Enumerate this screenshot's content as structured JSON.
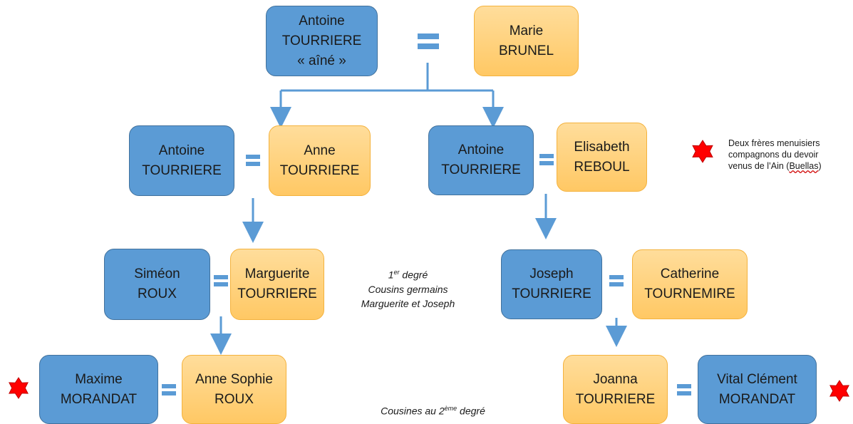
{
  "gen1": {
    "husband": {
      "line1": "Antoine",
      "line2": "TOURRIERE",
      "line3": "« aîné »"
    },
    "wife": {
      "line1": "Marie",
      "line2": "BRUNEL"
    }
  },
  "gen2_left": {
    "husband": {
      "line1": "Antoine",
      "line2": "TOURRIERE"
    },
    "wife": {
      "line1": "Anne",
      "line2": "TOURRIERE"
    }
  },
  "gen2_right": {
    "husband": {
      "line1": "Antoine",
      "line2": "TOURRIERE"
    },
    "wife": {
      "line1": "Elisabeth",
      "line2": "REBOUL"
    }
  },
  "gen3_left": {
    "husband": {
      "line1": "Siméon",
      "line2": "ROUX"
    },
    "wife": {
      "line1": "Marguerite",
      "line2": "TOURRIERE"
    }
  },
  "gen3_right": {
    "husband": {
      "line1": "Joseph",
      "line2": "TOURRIERE"
    },
    "wife": {
      "line1": "Catherine",
      "line2": "TOURNEMIRE"
    }
  },
  "gen4_left": {
    "husband": {
      "line1": "Maxime",
      "line2": "MORANDAT"
    },
    "wife": {
      "line1": "Anne Sophie",
      "line2": "ROUX"
    }
  },
  "gen4_right": {
    "wife": {
      "line1": "Joanna",
      "line2": "TOURRIERE"
    },
    "husband": {
      "line1": "Vital Clément",
      "line2": "MORANDAT"
    }
  },
  "notes": {
    "first_degree": {
      "num": "1",
      "sup": "er",
      "rest": " degré",
      "line2": "Cousins germains",
      "line3": "Marguerite et Joseph"
    },
    "second_degree": {
      "pre": "Cousines au 2",
      "sup": "ème",
      "post": " degré"
    }
  },
  "legend": {
    "line1": "Deux frères menuisiers",
    "line2": "compagnons du devoir",
    "line3_pre": "venus de l’Ain (",
    "line3_place": "Buellas",
    "line3_post": ")"
  },
  "colors": {
    "male": "#5b9bd5",
    "female": "#ffc864",
    "arrow": "#5b9bd5",
    "star": "#ff0000"
  }
}
